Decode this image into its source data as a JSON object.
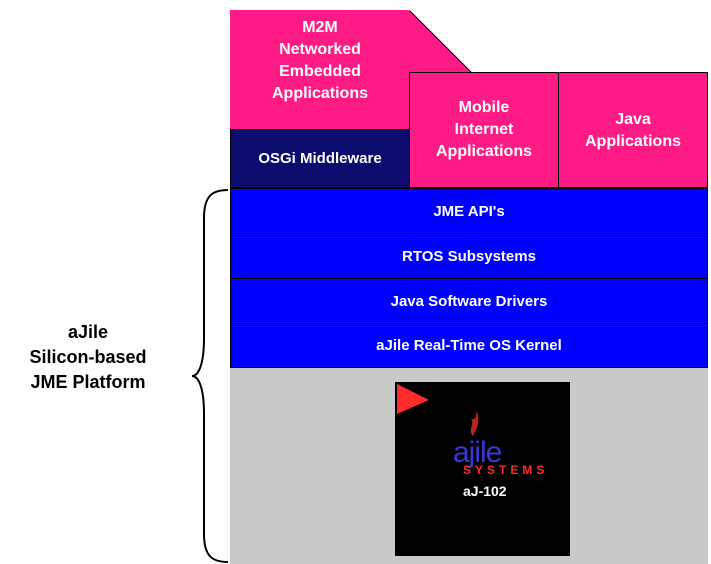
{
  "colors": {
    "pink": "#ff1b85",
    "navy": "#0d0c6e",
    "blue": "#0000ff",
    "gray": "#c9c9c9",
    "chip_black": "#000000",
    "accent_red": "#ff2a2a"
  },
  "top_layer": {
    "m2m": [
      "M2M",
      "Networked",
      "Embedded",
      "Applications"
    ],
    "mobile": [
      "Mobile",
      "Internet",
      "Applications"
    ],
    "java": [
      "Java",
      "Applications"
    ],
    "osgi": "OSGi Middleware"
  },
  "stack_layers": [
    "JME API's",
    "RTOS Subsystems",
    "Java Software Drivers",
    "aJile Real-Time OS Kernel"
  ],
  "side_label": [
    "aJile",
    "Silicon-based",
    "JME Platform"
  ],
  "chip": {
    "logo_text": "ajile",
    "logo_sub": "SYSTEMS",
    "model": "aJ-102",
    "icons": [
      "flag-icon",
      "flame-icon"
    ]
  }
}
